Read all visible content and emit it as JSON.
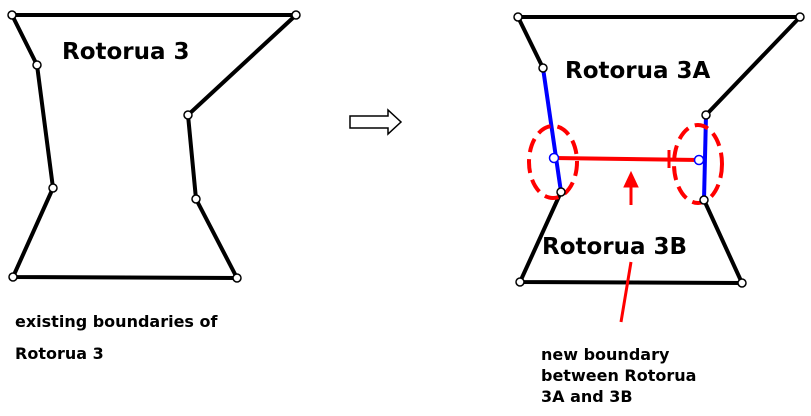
{
  "left": {
    "region_label": "Rotorua 3",
    "caption_lines": [
      "existing boundaries of",
      "Rotorua 3"
    ]
  },
  "right": {
    "region_label_top": "Rotorua 3A",
    "region_label_bottom": "Rotorua 3B",
    "caption_lines": [
      "new boundary",
      "between Rotorua",
      "3A and 3B"
    ]
  },
  "icons": {
    "transition": "right-arrow-icon"
  },
  "colors": {
    "existing_boundary": "#000000",
    "modified_boundary": "#0000ff",
    "new_boundary": "#ff0000",
    "highlight": "#ff0000",
    "vertex_fill": "#ffffff"
  }
}
